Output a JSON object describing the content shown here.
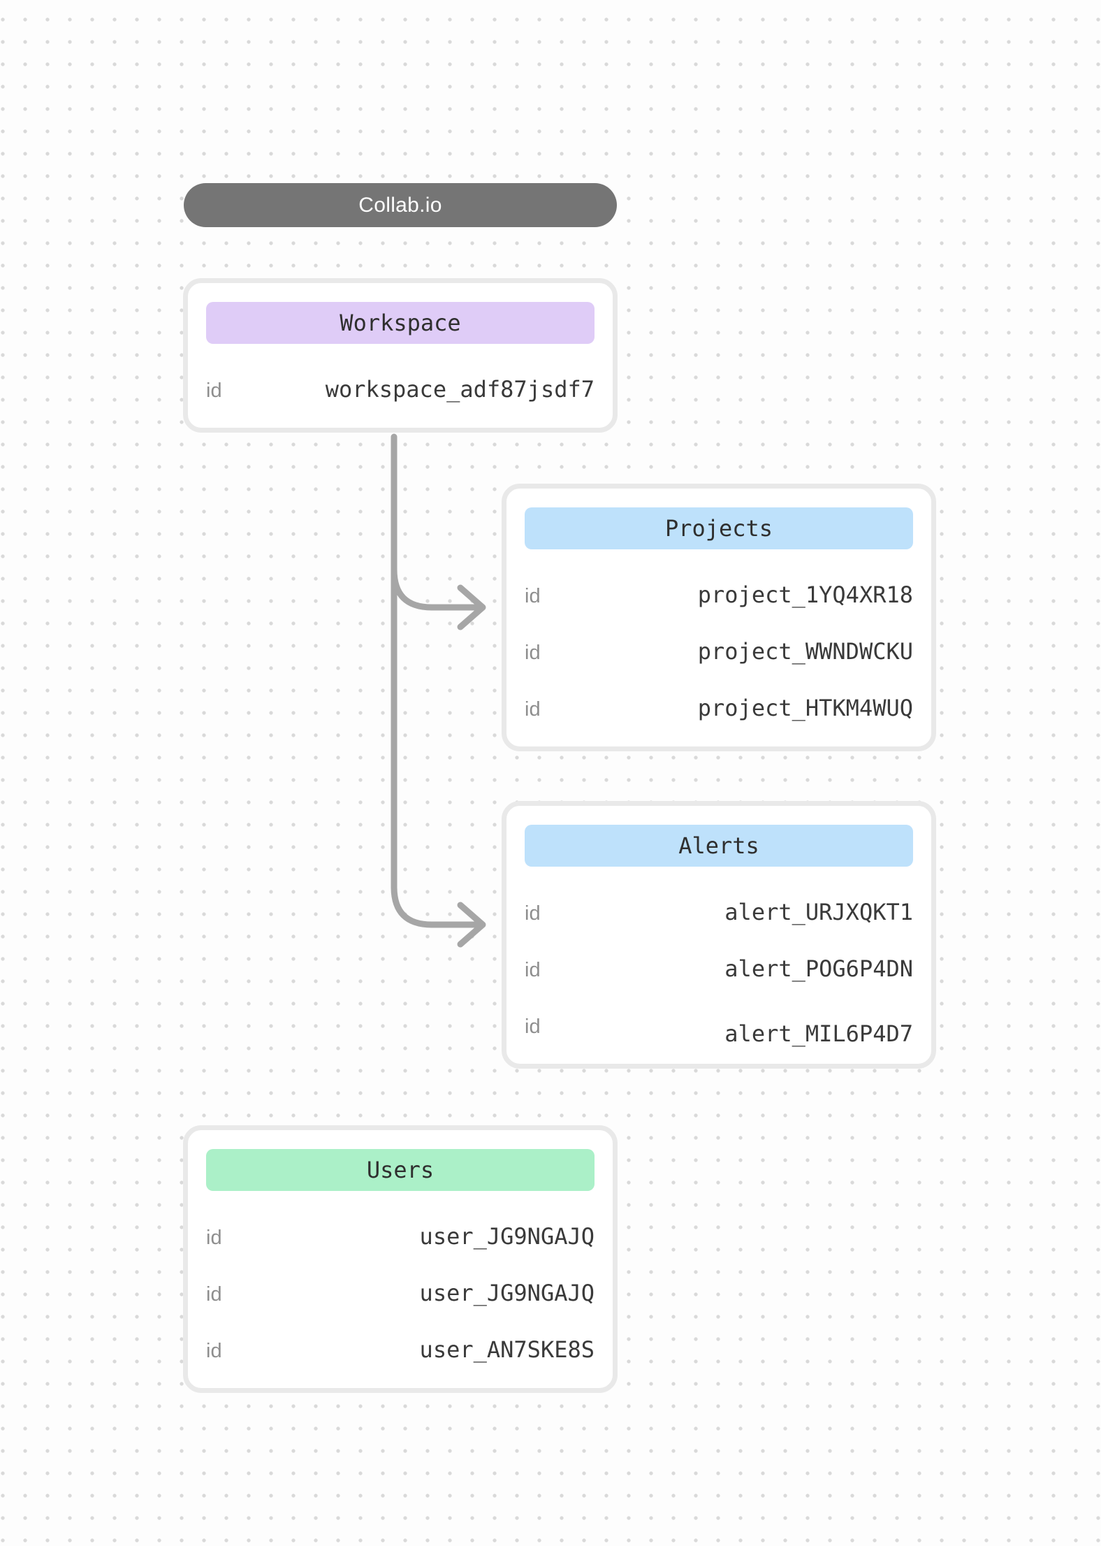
{
  "brand": {
    "label": "Collab.io",
    "pill_color": "#757575",
    "text_color": "#ffffff"
  },
  "canvas": {
    "background_color": "#fdfdfd",
    "dot_color": "#d9d9d9",
    "connector_color": "#a6a6a6",
    "card_border_color": "#e9e9e9"
  },
  "entities": [
    {
      "title": "Workspace",
      "accent": "#dfccf7",
      "rows": [
        {
          "label": "id",
          "value": "workspace_adf87jsdf7"
        }
      ]
    },
    {
      "title": "Projects",
      "accent": "#bee1fb",
      "rows": [
        {
          "label": "id",
          "value": "project_1YQ4XR18"
        },
        {
          "label": "id",
          "value": "project_WWNDWCKU"
        },
        {
          "label": "id",
          "value": "project_HTKM4WUQ"
        }
      ]
    },
    {
      "title": "Alerts",
      "accent": "#bee1fb",
      "rows": [
        {
          "label": "id",
          "value": "alert_URJXQKT1"
        },
        {
          "label": "id",
          "value": "alert_POG6P4DN"
        },
        {
          "label": "id",
          "value": "alert_MIL6P4D7"
        }
      ]
    },
    {
      "title": "Users",
      "accent": "#abf0c8",
      "rows": [
        {
          "label": "id",
          "value": "user_JG9NGAJQ"
        },
        {
          "label": "id",
          "value": "user_JG9NGAJQ"
        },
        {
          "label": "id",
          "value": "user_AN7SKE8S"
        }
      ]
    }
  ]
}
